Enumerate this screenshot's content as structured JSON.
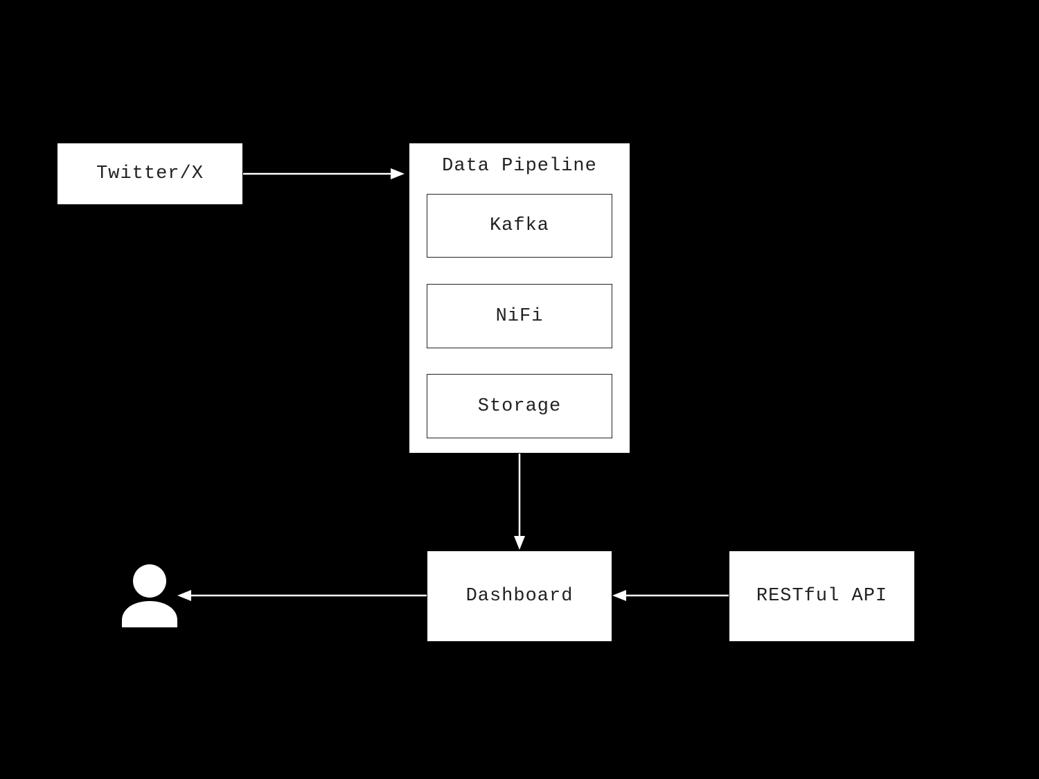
{
  "nodes": {
    "twitter": "Twitter/X",
    "pipeline_title": "Data Pipeline",
    "kafka": "Kafka",
    "nifi": "NiFi",
    "storage": "Storage",
    "dashboard": "Dashboard",
    "api": "RESTful API"
  },
  "icons": {
    "user": "user-icon"
  },
  "colors": {
    "background": "#000000",
    "box_fill": "#ffffff",
    "text": "#222222",
    "connector": "#ffffff"
  }
}
